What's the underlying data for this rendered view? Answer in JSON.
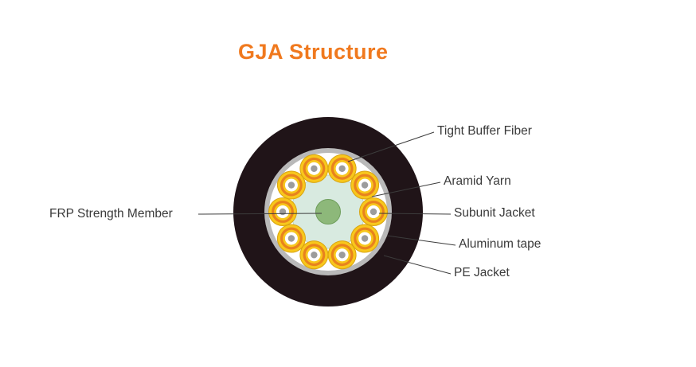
{
  "title": "GJA Structure",
  "labels": {
    "tight_buffer_fiber": "Tight Buffer Fiber",
    "aramid_yarn": "Aramid Yarn",
    "subunit_jacket": "Subunit Jacket",
    "aluminum_tape": "Aluminum tape",
    "pe_jacket": "PE Jacket",
    "frp_strength_member": "FRP Strength Member"
  },
  "colors": {
    "title_orange": "#f0791e",
    "pe_jacket": "#201418",
    "aluminum_tape": "#b9b9b9",
    "aramid_white": "#ffffff",
    "center_mint": "#d8eae0",
    "frp_green": "#8db87a",
    "subunit_yellow": "#f8c71c",
    "subunit_orange": "#e8821e",
    "fiber_gray": "#9c9c9c",
    "line_color": "#3c3c3c"
  }
}
